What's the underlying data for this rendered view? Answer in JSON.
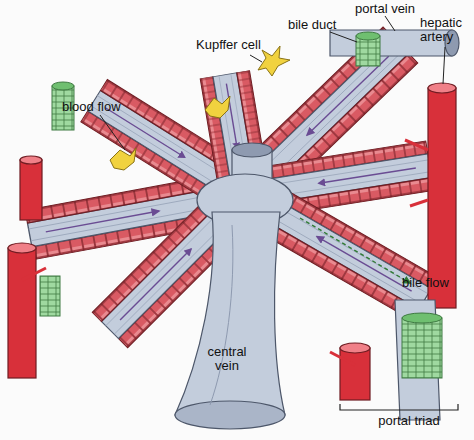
{
  "diagram": {
    "labels": [
      "portal vein",
      "bile duct",
      "hepatic artery",
      "Kupffer cell",
      "blood flow",
      "bile flow",
      "central vein",
      "portal triad"
    ]
  }
}
